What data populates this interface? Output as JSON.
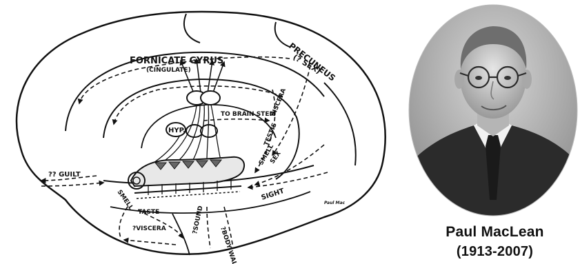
{
  "diagram": {
    "labels": {
      "fornicate_gyrus": "FORNICATE GYRUS",
      "cingulate": "(CINGULATE)",
      "precuneus": "PRECUNEUS",
      "sex_q": "(? SEX)",
      "hyp": "HYP.",
      "to_brain_stem": "TO BRAIN STEM",
      "viscera_right": "VISCERA",
      "testis": "TESTIS",
      "smell_right": "SMELL",
      "sex_right": "SEX",
      "guilt": "?? GUILT",
      "smell_left": "SMELL",
      "taste": "TASTE",
      "viscera_bottom": "?VISCERA",
      "sound": "?SOUND",
      "body_wall": "?BODY WALL",
      "sight": "SIGHT",
      "signature": "Paul Mac"
    }
  },
  "portrait": {
    "name": "Paul MacLean",
    "years": "(1913-2007)"
  }
}
